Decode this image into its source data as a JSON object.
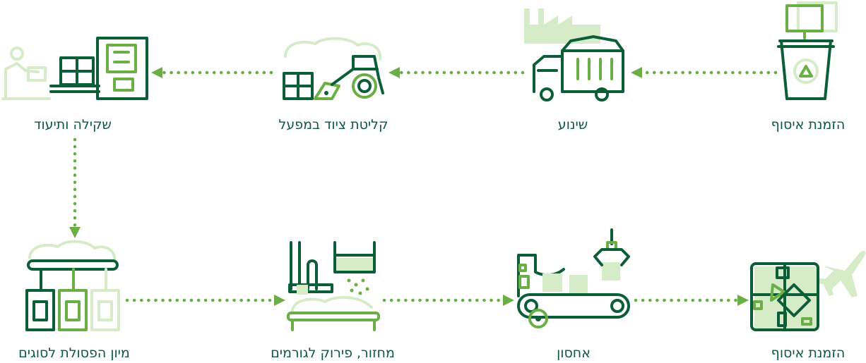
{
  "steps": [
    {
      "id": "collection-order-1",
      "label": "הזמנת איסוף"
    },
    {
      "id": "transport",
      "label": "שינוע"
    },
    {
      "id": "receiving",
      "label": "קליטת ציוד במפעל"
    },
    {
      "id": "weighing",
      "label": "שקילה ותיעוד"
    },
    {
      "id": "sorting",
      "label": "מיון הפסולת לסוגים"
    },
    {
      "id": "recycling",
      "label": "מחזור, פירוק לגורמים"
    },
    {
      "id": "storage",
      "label": "אחסון"
    },
    {
      "id": "collection-order-2",
      "label": "הזמנת איסוף"
    }
  ],
  "colors": {
    "dark": "#0b5e37",
    "medium": "#6aae45",
    "light": "#d6ecc8",
    "text": "#0e5a3a"
  }
}
